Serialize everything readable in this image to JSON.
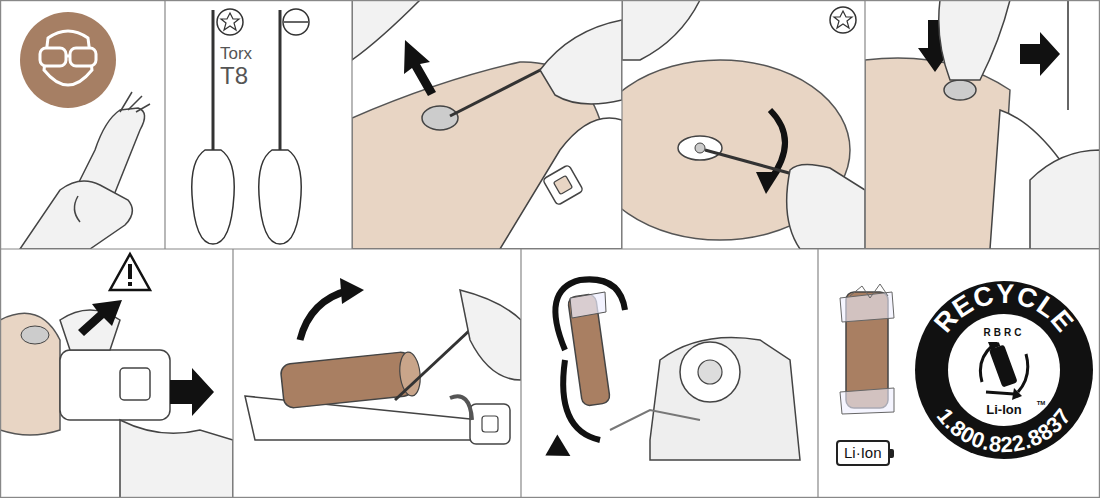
{
  "diagram": {
    "nodes": [
      {
        "text": [
          "RECYCLE",
          "RBRC",
          "Li-Ion",
          "TM",
          "1.800.822.8837"
        ]
      },
      {
        "text": [
          "Li·Ion"
        ]
      }
    ],
    "labels": [
      "Torx",
      "T8"
    ]
  }
}
